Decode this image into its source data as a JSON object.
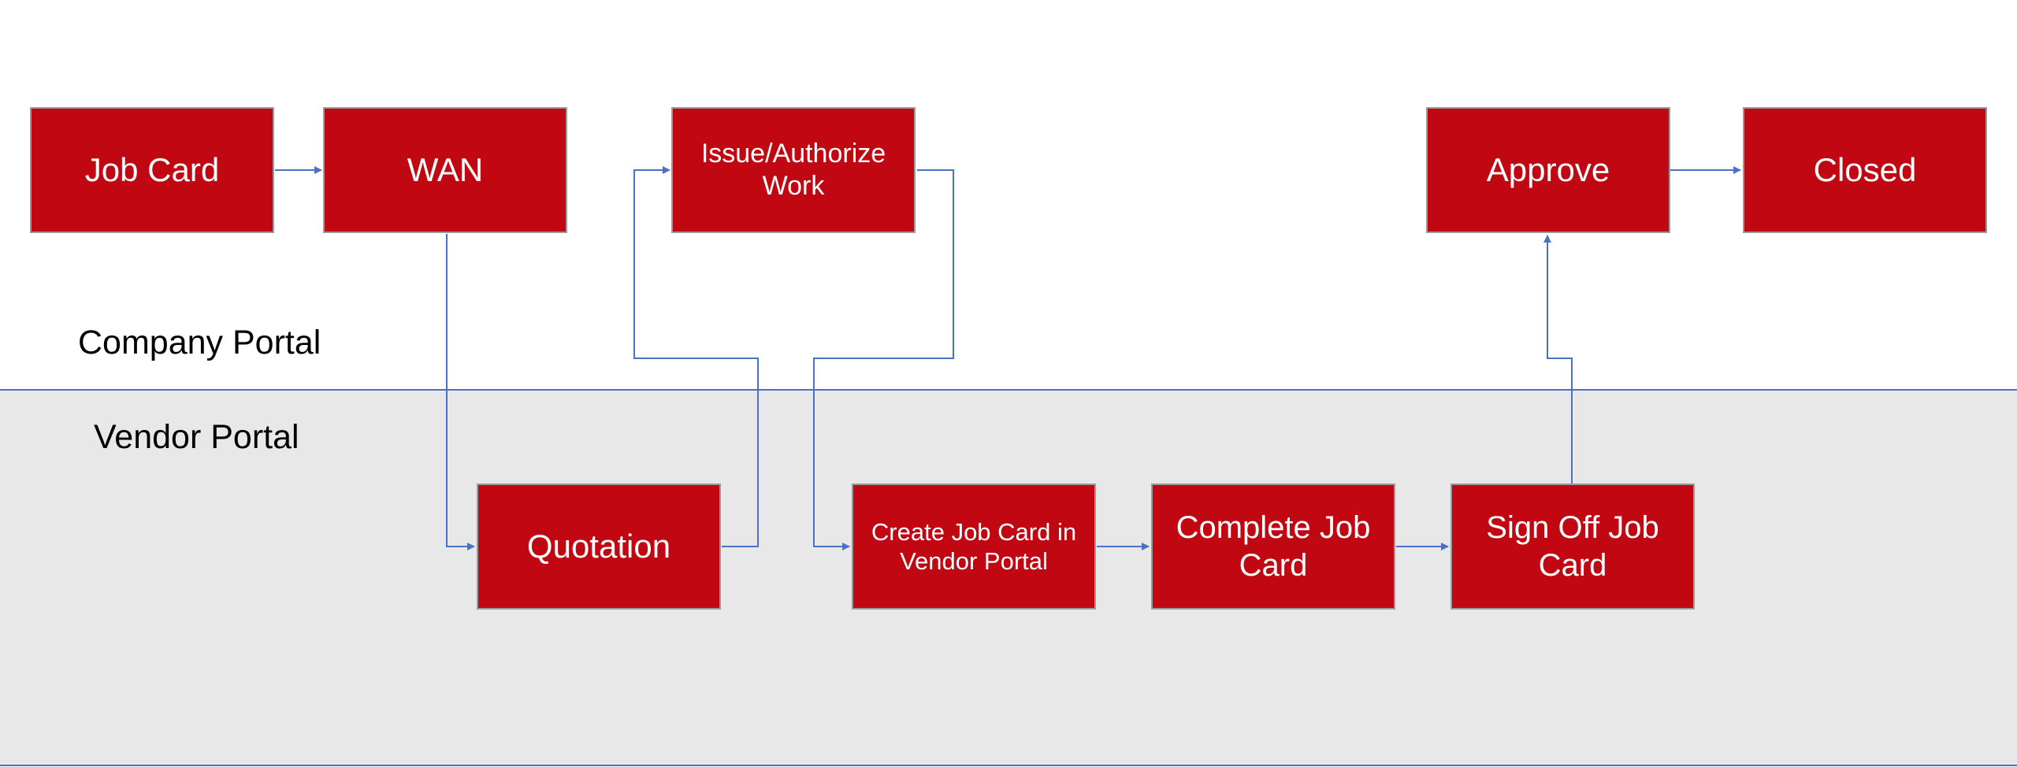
{
  "lanes": {
    "company_label": "Company Portal",
    "vendor_label": "Vendor Portal"
  },
  "nodes": {
    "job_card": "Job Card",
    "wan": "WAN",
    "issue_authorize": "Issue/Authorize Work",
    "approve": "Approve",
    "closed": "Closed",
    "quotation": "Quotation",
    "create_job_card": "Create Job Card in Vendor Portal",
    "complete_job_card": "Complete Job Card",
    "sign_off_job_card": "Sign Off Job Card"
  },
  "colors": {
    "box_fill": "#c00712",
    "box_border": "#9a9a9a",
    "connector": "#4a72c4",
    "vendor_lane": "#e8e8e8"
  }
}
